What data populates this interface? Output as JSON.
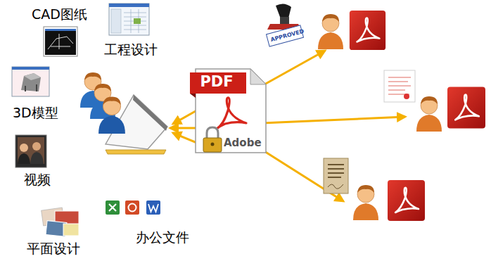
{
  "diagram": {
    "nodes": [
      {
        "text": [
          "PDF",
          "Adobe"
        ]
      }
    ],
    "labels": [
      "CAD图纸",
      "工程设计",
      "3D模型",
      "视频",
      "平面设计",
      "办公文件",
      "APPROVED"
    ]
  }
}
